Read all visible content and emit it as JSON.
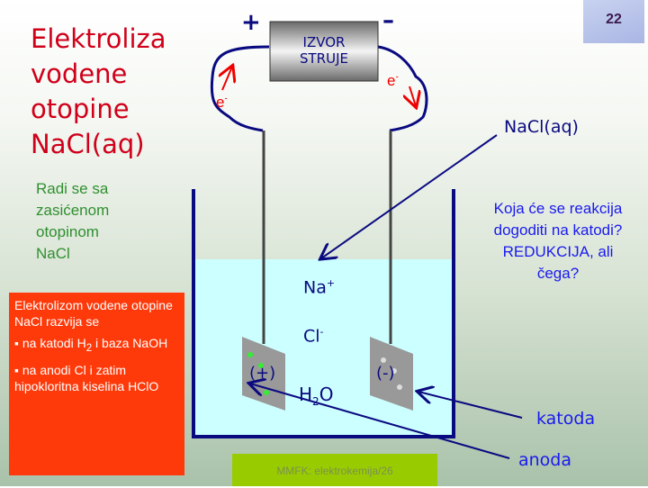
{
  "slide_number": "22",
  "title_lines": [
    "Elektroliza",
    "vodene",
    "otopine",
    "NaCl(aq)"
  ],
  "note_lines": [
    "Radi se sa",
    "zasićenom",
    "otopinom",
    "NaCl"
  ],
  "redbox": {
    "intro": "Elektrolizom vodene otopine NaCl razvija se",
    "bullet1_pre": "na katodi H",
    "bullet1_sub": "2",
    "bullet1_post": " i baza NaOH",
    "bullet2": "na anodi Cl i zatim hipokloritna kiselina HClO",
    "bullet_marker": "▪"
  },
  "diagram": {
    "plus": "+",
    "minus": "–",
    "source_line1": "IZVOR",
    "source_line2": "STRUJE",
    "electron": "e",
    "electron_sup": "-",
    "solution_label": "NaCl(aq)",
    "ion_na": "Na",
    "ion_na_sup": "+",
    "ion_cl": "Cl",
    "ion_cl_sup": "-",
    "water_h": "H",
    "water_sub": "2",
    "water_o": "O",
    "anode_sign": "(+)",
    "cathode_sign": "(-)",
    "cathode_label": "katoda",
    "anode_label": "anoda"
  },
  "question_lines": [
    "Koja će se reakcija",
    "dogoditi na katodi?",
    "REDUKCIJA, ali",
    "čega?"
  ],
  "footer": "MMFK:   elektrokemija/26",
  "colors": {
    "title": "#d0001a",
    "note": "#2f8f2f",
    "redbox": "#ff3a0a",
    "question": "#1a1aee",
    "footer": "#99cc00",
    "water": "#ccffff",
    "wire": "#0a0a80"
  }
}
